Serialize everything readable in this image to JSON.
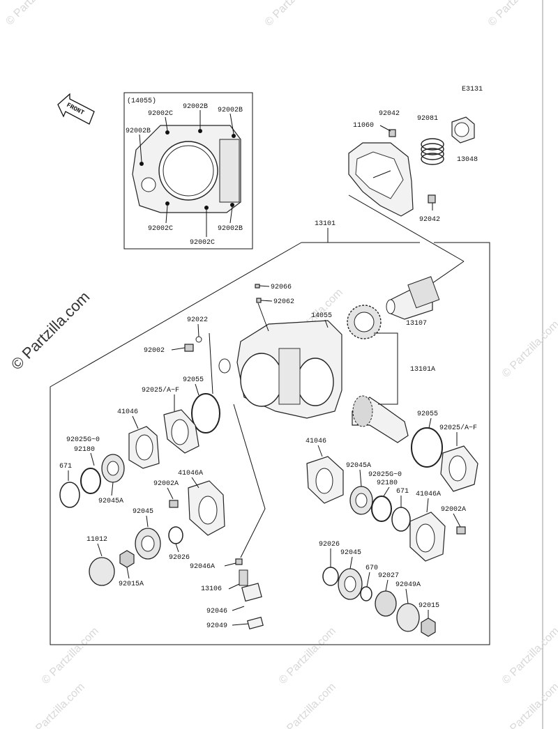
{
  "diagram_code": "E3131",
  "front_label": "FRONT",
  "watermark": "© Partzilla.com",
  "inset": {
    "ref": "(14055)",
    "labels": [
      "92002C",
      "92002B",
      "92002B",
      "92002B",
      "92002C",
      "92002C",
      "92002B"
    ]
  },
  "labels": {
    "p92042a": "92042",
    "p11060": "11060",
    "p92081": "92081",
    "p13048": "13048",
    "p92042b": "92042",
    "p13101": "13101",
    "p92066": "92066",
    "p92062": "92062",
    "p14055": "14055",
    "p13107": "13107",
    "p92022": "92022",
    "p92002": "92002",
    "p13101A": "13101A",
    "p92055a": "92055",
    "p92025a": "92025/A~F",
    "p41046a": "41046",
    "p92025g_a": "92025G~0",
    "p92180a": "92180",
    "p671a": "671",
    "p92045A_a": "92045A",
    "p92002A_a": "92002A",
    "p41046A_a": "41046A",
    "p92045a": "92045",
    "p92026a": "92026",
    "p11012": "11012",
    "p92015A": "92015A",
    "p92046A": "92046A",
    "p13106": "13106",
    "p92046": "92046",
    "p92049": "92049",
    "p92055b": "92055",
    "p92025b": "92025/A~F",
    "p41046b": "41046",
    "p92045A_b": "92045A",
    "p92025g_b": "92025G~0",
    "p92180b": "92180",
    "p671b": "671",
    "p41046A_b": "41046A",
    "p92002A_b": "92002A",
    "p92026b": "92026",
    "p92045b": "92045",
    "p670": "670",
    "p92027": "92027",
    "p92049A": "92049A",
    "p92015": "92015"
  }
}
